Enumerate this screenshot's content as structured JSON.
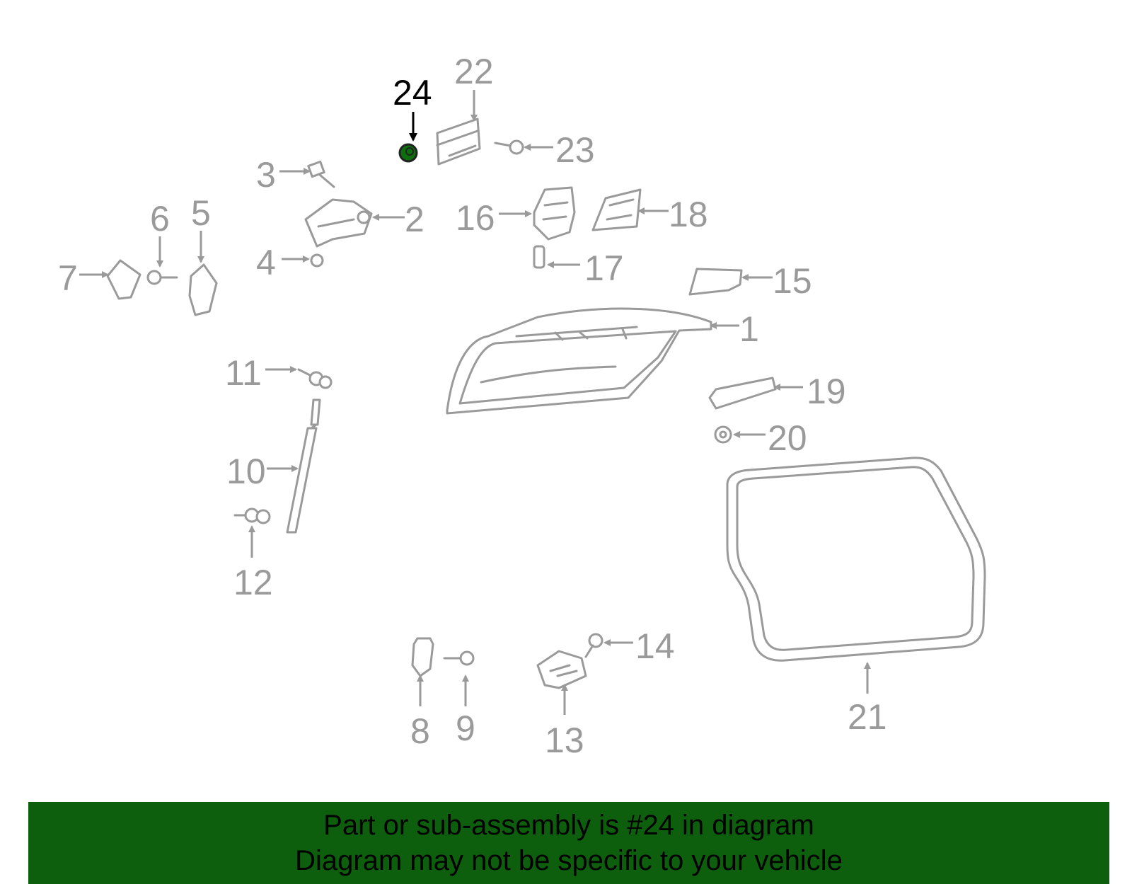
{
  "callouts": {
    "c1": "1",
    "c2": "2",
    "c3": "3",
    "c4": "4",
    "c5": "5",
    "c6": "6",
    "c7": "7",
    "c8": "8",
    "c9": "9",
    "c10": "10",
    "c11": "11",
    "c12": "12",
    "c13": "13",
    "c14": "14",
    "c15": "15",
    "c16": "16",
    "c17": "17",
    "c18": "18",
    "c19": "19",
    "c20": "20",
    "c21": "21",
    "c22": "22",
    "c23": "23",
    "c24": "24"
  },
  "highlight": {
    "part_number": "24",
    "part_color": "#0d6e0d"
  },
  "banner": {
    "line1": "Part or sub-assembly is #24 in diagram",
    "line2": "Diagram may not be specific to your vehicle",
    "background": "#0d5e0d"
  },
  "colors": {
    "part_stroke": "#9a9a9a",
    "active_callout": "#000000"
  }
}
